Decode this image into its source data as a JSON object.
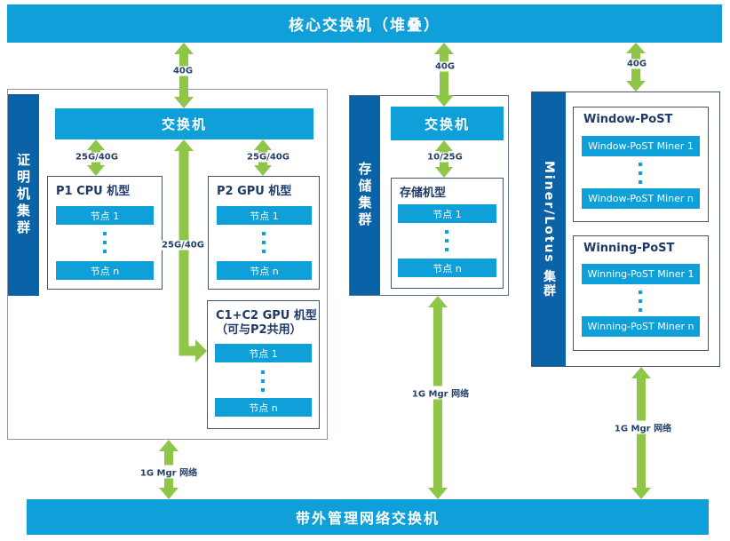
{
  "core_switch_label": "核心交换机（堆叠）",
  "oob_switch_label": "带外管理网络交换机",
  "clusters": {
    "proof": {
      "label": "证明机集群",
      "switch_label": "交换机",
      "p1": {
        "title": "P1 CPU 机型",
        "node1": "节点 1",
        "noden": "节点 n"
      },
      "p2": {
        "title": "P2 GPU 机型",
        "node1": "节点 1",
        "noden": "节点 n"
      },
      "c1c2": {
        "title_line1": "C1+C2 GPU 机型",
        "title_line2": "（可与P2共用）",
        "node1": "节点 1",
        "noden": "节点 n"
      }
    },
    "storage": {
      "label": "存储集群",
      "switch_label": "交换机",
      "model": {
        "title": "存储机型",
        "node1": "节点 1",
        "noden": "节点 n"
      }
    },
    "miner": {
      "label": "Miner/Lotus 集群",
      "window": {
        "title": "Window-PoST",
        "miner1": "Window-PoST Miner 1",
        "minern": "Window-PoST Miner n"
      },
      "winning": {
        "title": "Winning-PoST",
        "miner1": "Winning-PoST Miner 1",
        "minern": "Winning-PoST Miner n"
      }
    }
  },
  "links": {
    "core_proof": "40G",
    "core_storage": "40G",
    "core_miner": "40G",
    "switch_p1": "25G/40G",
    "switch_p2": "25G/40G",
    "switch_c1c2": "25G/40G",
    "switch_storage_model": "10/25G",
    "proof_mgmt": "1G Mgr 网络",
    "storage_mgmt": "1G Mgr 网络",
    "miner_mgmt": "1G Mgr 网络"
  },
  "colors": {
    "accent_blue": "#0f9fd9",
    "dark_blue": "#0a63a6",
    "green": "#8fc64a"
  }
}
